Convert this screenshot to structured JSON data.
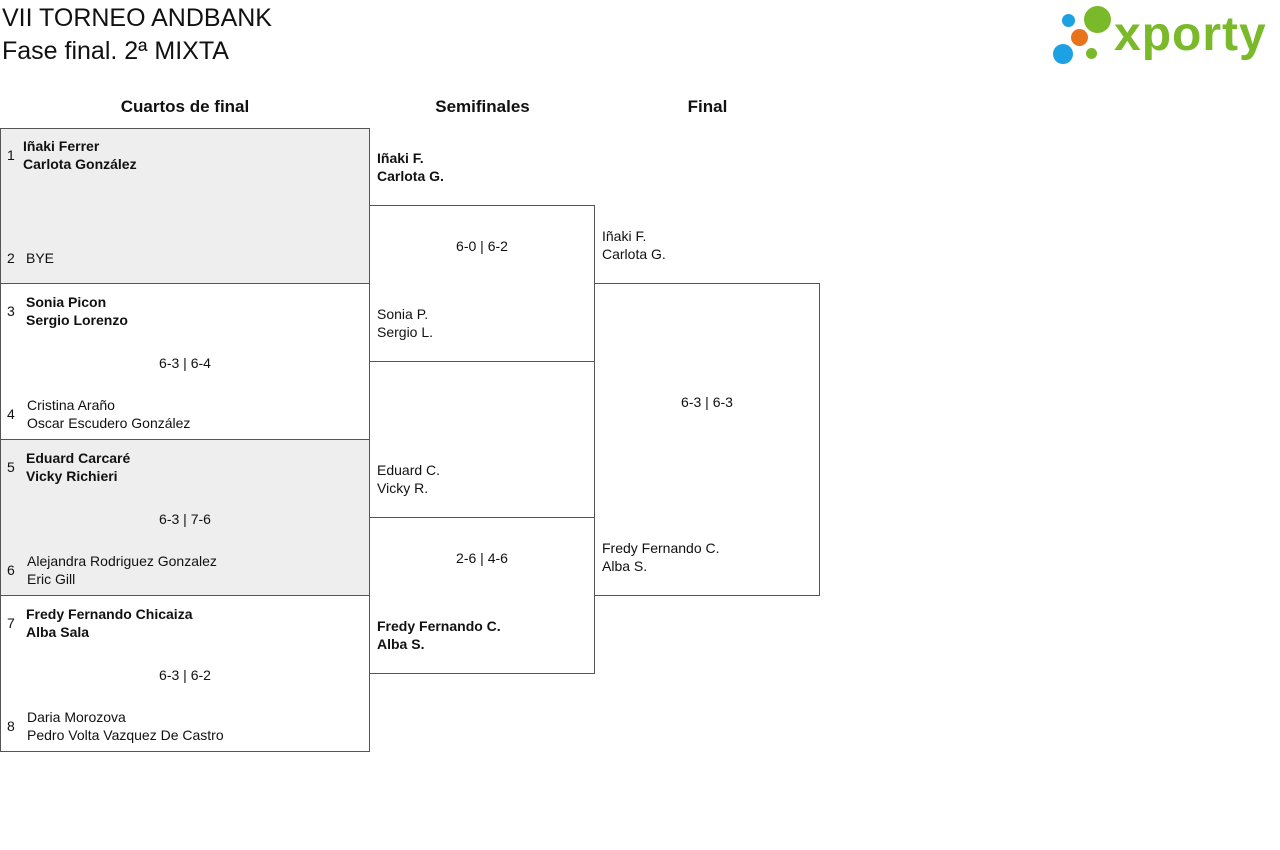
{
  "header": {
    "title_line1": "VII TORNEO ANDBANK",
    "title_line2": "Fase final. 2ª MIXTA"
  },
  "logo": {
    "text": "xporty",
    "colors": {
      "green": "#7ab929",
      "blue": "#1da1e2",
      "orange": "#e8731d"
    }
  },
  "rounds": {
    "quarterfinals": "Cuartos de final",
    "semifinals": "Semifinales",
    "final": "Final"
  },
  "quarterfinals": [
    {
      "seed_a": "1",
      "a1": "Iñaki Ferrer",
      "a2": "Carlota González",
      "seed_b": "2",
      "b1": "BYE",
      "b2": "",
      "score": "",
      "winner": "a",
      "shaded": true
    },
    {
      "seed_a": "3",
      "a1": "Sonia Picon",
      "a2": "Sergio Lorenzo",
      "seed_b": "4",
      "b1": "Cristina Araño",
      "b2": "Oscar Escudero González",
      "score": "6-3 | 6-4",
      "winner": "a",
      "shaded": false
    },
    {
      "seed_a": "5",
      "a1": "Eduard Carcaré",
      "a2": "Vicky Richieri",
      "seed_b": "6",
      "b1": "Alejandra Rodriguez Gonzalez",
      "b2": "Eric Gill",
      "score": "6-3 | 7-6",
      "winner": "a",
      "shaded": true
    },
    {
      "seed_a": "7",
      "a1": "Fredy Fernando Chicaiza",
      "a2": "Alba Sala",
      "seed_b": "8",
      "b1": "Daria Morozova",
      "b2": "Pedro Volta Vazquez De Castro",
      "score": "6-3 | 6-2",
      "winner": "a",
      "shaded": false
    }
  ],
  "semifinals": [
    {
      "a1": "Iñaki F.",
      "a2": "Carlota G.",
      "b1": "Sonia P.",
      "b2": "Sergio L.",
      "score": "6-0 | 6-2",
      "winner": "a"
    },
    {
      "a1": "Eduard C.",
      "a2": "Vicky R.",
      "b1": "Fredy Fernando C.",
      "b2": "Alba S.",
      "score": "2-6 | 4-6",
      "winner": "b"
    }
  ],
  "final": {
    "a1": "Iñaki F.",
    "a2": "Carlota G.",
    "b1": "Fredy Fernando C.",
    "b2": "Alba S.",
    "score": "6-3 | 6-3"
  }
}
